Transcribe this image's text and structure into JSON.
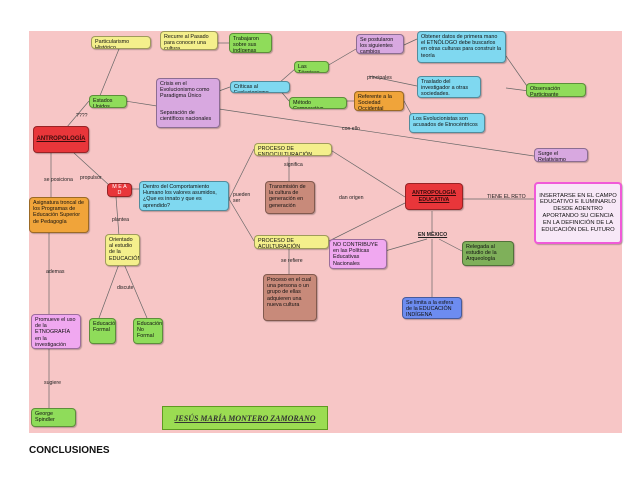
{
  "footer": {
    "title": "CONCLUSIONES"
  },
  "author": "JESÚS MARÍA MONTERO ZAMORANO",
  "colors": {
    "background": "#f7c6c6",
    "red": "#e8363a",
    "yellow": "#f4ef8c",
    "orange": "#f0a43a",
    "lavender": "#d8a8e0",
    "cyan": "#7fd8f0",
    "green": "#8fdc5a",
    "blue": "#6d8cf0",
    "brown": "#c88a7a",
    "olive": "#7fb05a",
    "pink": "#f05ad8"
  },
  "nodes": {
    "antropologia": "ANTROPOLOGÍA",
    "particularismo": "Particularismo Histórico",
    "recurre": "Recurre al Pasado para conocer una cultura",
    "trabajaron": "Trabajaron sobre sus indígenas",
    "estados_unidos": "Estados Unidos",
    "crisis": "Crisis en el Evolucionismo como Paradigma Único",
    "separacion": "Separación de científicos nacionales",
    "criticas": "Críticas al Evolucionismo",
    "tecnicas": "Las Técnicas",
    "metodo": "Método Comparativo",
    "se_postularon": "Se postularon los siguientes cambios",
    "obtener": "Obtener datos de primera mano el ETNÓLOGO debe buscarlos en otras culturas para construir la teoría",
    "traslado": "Traslado del investigador a otras sociedades.",
    "observacion": "Observación Participante",
    "referente": "Referente a la Sociedad Occidental",
    "evolucionistas": "Los Evolucionistas son acusados de Etnocéntricos",
    "relativismo": "Surge el Relativismo",
    "asignatura": "Asignatura troncal de los Programas de Educación Superior de Pedagogía",
    "mead": "M E A D",
    "dentro": "Dentro del Comportamiento Humano los valores asumidos, ¿Que es innato y que es aprendido?",
    "orientado": "Orientado al estudio de la EDUCACIÓN",
    "educacion_formal": "Educación Formal",
    "educacion_no_formal": "Educación No Formal",
    "promueve": "Promueve el uso de la ETNOGRAFÍA en la investigación",
    "george": "George Spindler",
    "endoculturacion": "PROCESO DE ENDOCULTURACIÓN",
    "transmision": "Transmisión de la cultura de generación en generación",
    "aculturacion": "PROCESO DE ACULTURACIÓN",
    "proceso_cual": "Proceso en el cual una persona o un grupo de ellas adquieren una nueva cultura",
    "antropologia_educativa": "ANTROPOLOGÍA EDUCATIVA",
    "insertarse": "INSERTARSE EN EL CAMPO EDUCATIVO E ILUMINARLO DESDE ADENTRO APORTANDO SU CIENCIA EN LA DEFINICIÓN DE LA EDUCACIÓN DEL FUTURO",
    "en_mexico": "EN MÉXICO",
    "no_contribuye": "NO CONTRIBUYE en las Políticas Educativas Nacionales",
    "relegada": "Relegada al estudio de la Arqueología",
    "se_limita": "Se limita a la esfera de la EDUCACIÓN INDÍGENA"
  },
  "labels": {
    "q": "????",
    "se_posiciona": "se posiciona",
    "propulsor": "propulsor",
    "principales": "principales",
    "con_ello": "con ello",
    "significa": "significa",
    "pueden_ser": "pueden ser",
    "dan_origen": "dan origen",
    "tiene_reto": "TIENE EL RETO",
    "plantea": "plantea",
    "discute": "discute",
    "ademas": "ademas",
    "sugiere": "sugiere",
    "se_refiere": "se refiere"
  }
}
